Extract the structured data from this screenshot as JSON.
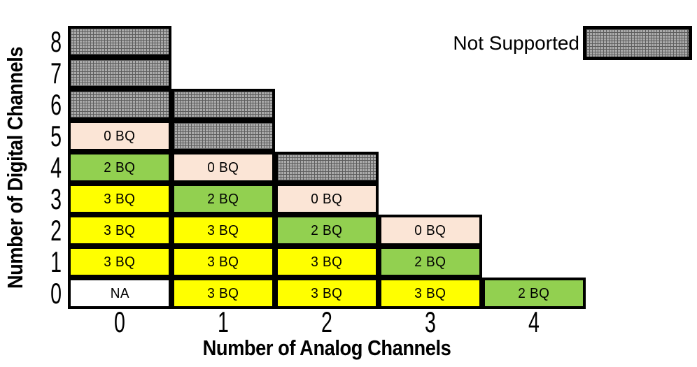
{
  "chart_data": {
    "type": "heatmap",
    "title": "",
    "xlabel": "Number of Analog Channels",
    "ylabel": "Number of Digital Channels",
    "x_ticks": [
      "0",
      "1",
      "2",
      "3",
      "4"
    ],
    "y_ticks": [
      "8",
      "7",
      "6",
      "5",
      "4",
      "3",
      "2",
      "1",
      "0"
    ],
    "x_range": [
      0,
      4
    ],
    "y_range": [
      0,
      8
    ],
    "grid": false,
    "legend": {
      "label": "Not Supported",
      "swatch_fill": "hatch",
      "position": "top-right"
    },
    "cells": [
      {
        "analog": 0,
        "digital": 8,
        "label": "",
        "fill": "hatch"
      },
      {
        "analog": 0,
        "digital": 7,
        "label": "",
        "fill": "hatch"
      },
      {
        "analog": 0,
        "digital": 6,
        "label": "",
        "fill": "hatch"
      },
      {
        "analog": 0,
        "digital": 5,
        "label": "0 BQ",
        "fill": "peach"
      },
      {
        "analog": 0,
        "digital": 4,
        "label": "2 BQ",
        "fill": "green"
      },
      {
        "analog": 0,
        "digital": 3,
        "label": "3 BQ",
        "fill": "yellow"
      },
      {
        "analog": 0,
        "digital": 2,
        "label": "3 BQ",
        "fill": "yellow"
      },
      {
        "analog": 0,
        "digital": 1,
        "label": "3 BQ",
        "fill": "yellow"
      },
      {
        "analog": 0,
        "digital": 0,
        "label": "NA",
        "fill": "white"
      },
      {
        "analog": 1,
        "digital": 6,
        "label": "",
        "fill": "hatch"
      },
      {
        "analog": 1,
        "digital": 5,
        "label": "",
        "fill": "hatch"
      },
      {
        "analog": 1,
        "digital": 4,
        "label": "0 BQ",
        "fill": "peach"
      },
      {
        "analog": 1,
        "digital": 3,
        "label": "2 BQ",
        "fill": "green"
      },
      {
        "analog": 1,
        "digital": 2,
        "label": "3 BQ",
        "fill": "yellow"
      },
      {
        "analog": 1,
        "digital": 1,
        "label": "3 BQ",
        "fill": "yellow"
      },
      {
        "analog": 1,
        "digital": 0,
        "label": "3 BQ",
        "fill": "yellow"
      },
      {
        "analog": 2,
        "digital": 4,
        "label": "",
        "fill": "hatch"
      },
      {
        "analog": 2,
        "digital": 3,
        "label": "0 BQ",
        "fill": "peach"
      },
      {
        "analog": 2,
        "digital": 2,
        "label": "2 BQ",
        "fill": "green"
      },
      {
        "analog": 2,
        "digital": 1,
        "label": "3 BQ",
        "fill": "yellow"
      },
      {
        "analog": 2,
        "digital": 0,
        "label": "3 BQ",
        "fill": "yellow"
      },
      {
        "analog": 3,
        "digital": 2,
        "label": "0 BQ",
        "fill": "peach"
      },
      {
        "analog": 3,
        "digital": 1,
        "label": "2 BQ",
        "fill": "green"
      },
      {
        "analog": 3,
        "digital": 0,
        "label": "3 BQ",
        "fill": "yellow"
      },
      {
        "analog": 4,
        "digital": 0,
        "label": "2 BQ",
        "fill": "green"
      }
    ],
    "colors": {
      "yellow": "#FFFF00",
      "green": "#92D050",
      "peach": "#FBE5D6",
      "white": "#FFFFFF",
      "hatch_light": "#ABABAB",
      "hatch_dark": "#5E5E5E",
      "border": "#000000",
      "background": "#FFFFFF"
    }
  }
}
